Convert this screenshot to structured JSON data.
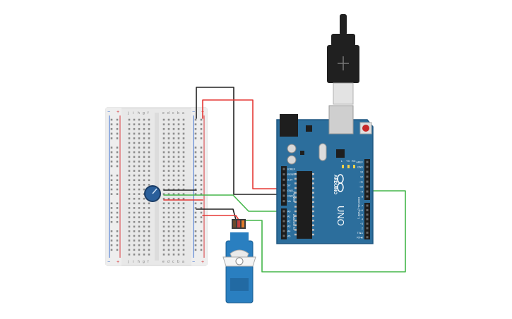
{
  "breadboard": {
    "rail_minus": "−",
    "rail_plus": "+",
    "col_letters_left": [
      "j",
      "i",
      "h",
      "g",
      "f"
    ],
    "col_letters_right": [
      "e",
      "d",
      "c",
      "b",
      "a"
    ],
    "row_count": 30
  },
  "arduino": {
    "brand": "ARDUINO",
    "model": "UNO",
    "power_header_title": "POWER",
    "analog_header_title": "ANALOG IN",
    "digital_header_title": "DIGITAL (PWM~)",
    "power_pins": [
      "IOREF",
      "RESET",
      "3.3V",
      "5V",
      "GND",
      "GND",
      "Vin"
    ],
    "analog_pins": [
      "A0",
      "A1",
      "A2",
      "A3",
      "A4",
      "A5"
    ],
    "digital_pins_top": [
      "AREF",
      "GND",
      "13",
      "12",
      "~11",
      "~10",
      "~9",
      "8"
    ],
    "digital_pins_bottom": [
      "7",
      "~6",
      "~5",
      "4",
      "~3",
      "2",
      "TX▸1",
      "RX◂0"
    ],
    "leds": [
      "L",
      "TX",
      "RX"
    ],
    "on_label": "ON"
  },
  "colors": {
    "board": "#2c6e9c",
    "board_edge": "#1f5680",
    "breadboard": "#e8e8e8",
    "rail_red": "#d6353a",
    "rail_blue": "#3a6fd0",
    "wire_red": "#e53935",
    "wire_black": "#222222",
    "wire_green": "#43b649",
    "servo": "#2a7fc0",
    "pot": "#2a5f9b",
    "usb": "#202020"
  }
}
